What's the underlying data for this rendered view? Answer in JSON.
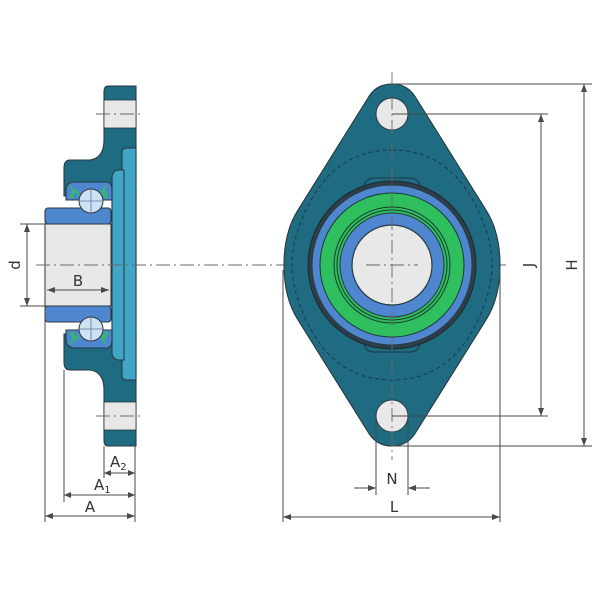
{
  "figure": {
    "type": "technical-drawing",
    "subject": "two-bolt oval flange bearing unit",
    "views": [
      "side-section",
      "front"
    ]
  },
  "colors": {
    "housing": "#1f6b82",
    "housing_dark": "#175a6e",
    "cover": "#3fa6c8",
    "bearing_ring": "#4f86d0",
    "seal": "#2fbf5f",
    "bore": "#e8e8e8",
    "ball": "#cfe2f3",
    "background": "#ffffff",
    "dimension_line": "#4a4a4a"
  },
  "dimensions": {
    "d": "d",
    "B": "B",
    "A": "A",
    "A1_main": "A",
    "A1_sub": "1",
    "A2_main": "A",
    "A2_sub": "2",
    "N": "N",
    "L": "L",
    "J": "J",
    "H": "H"
  }
}
